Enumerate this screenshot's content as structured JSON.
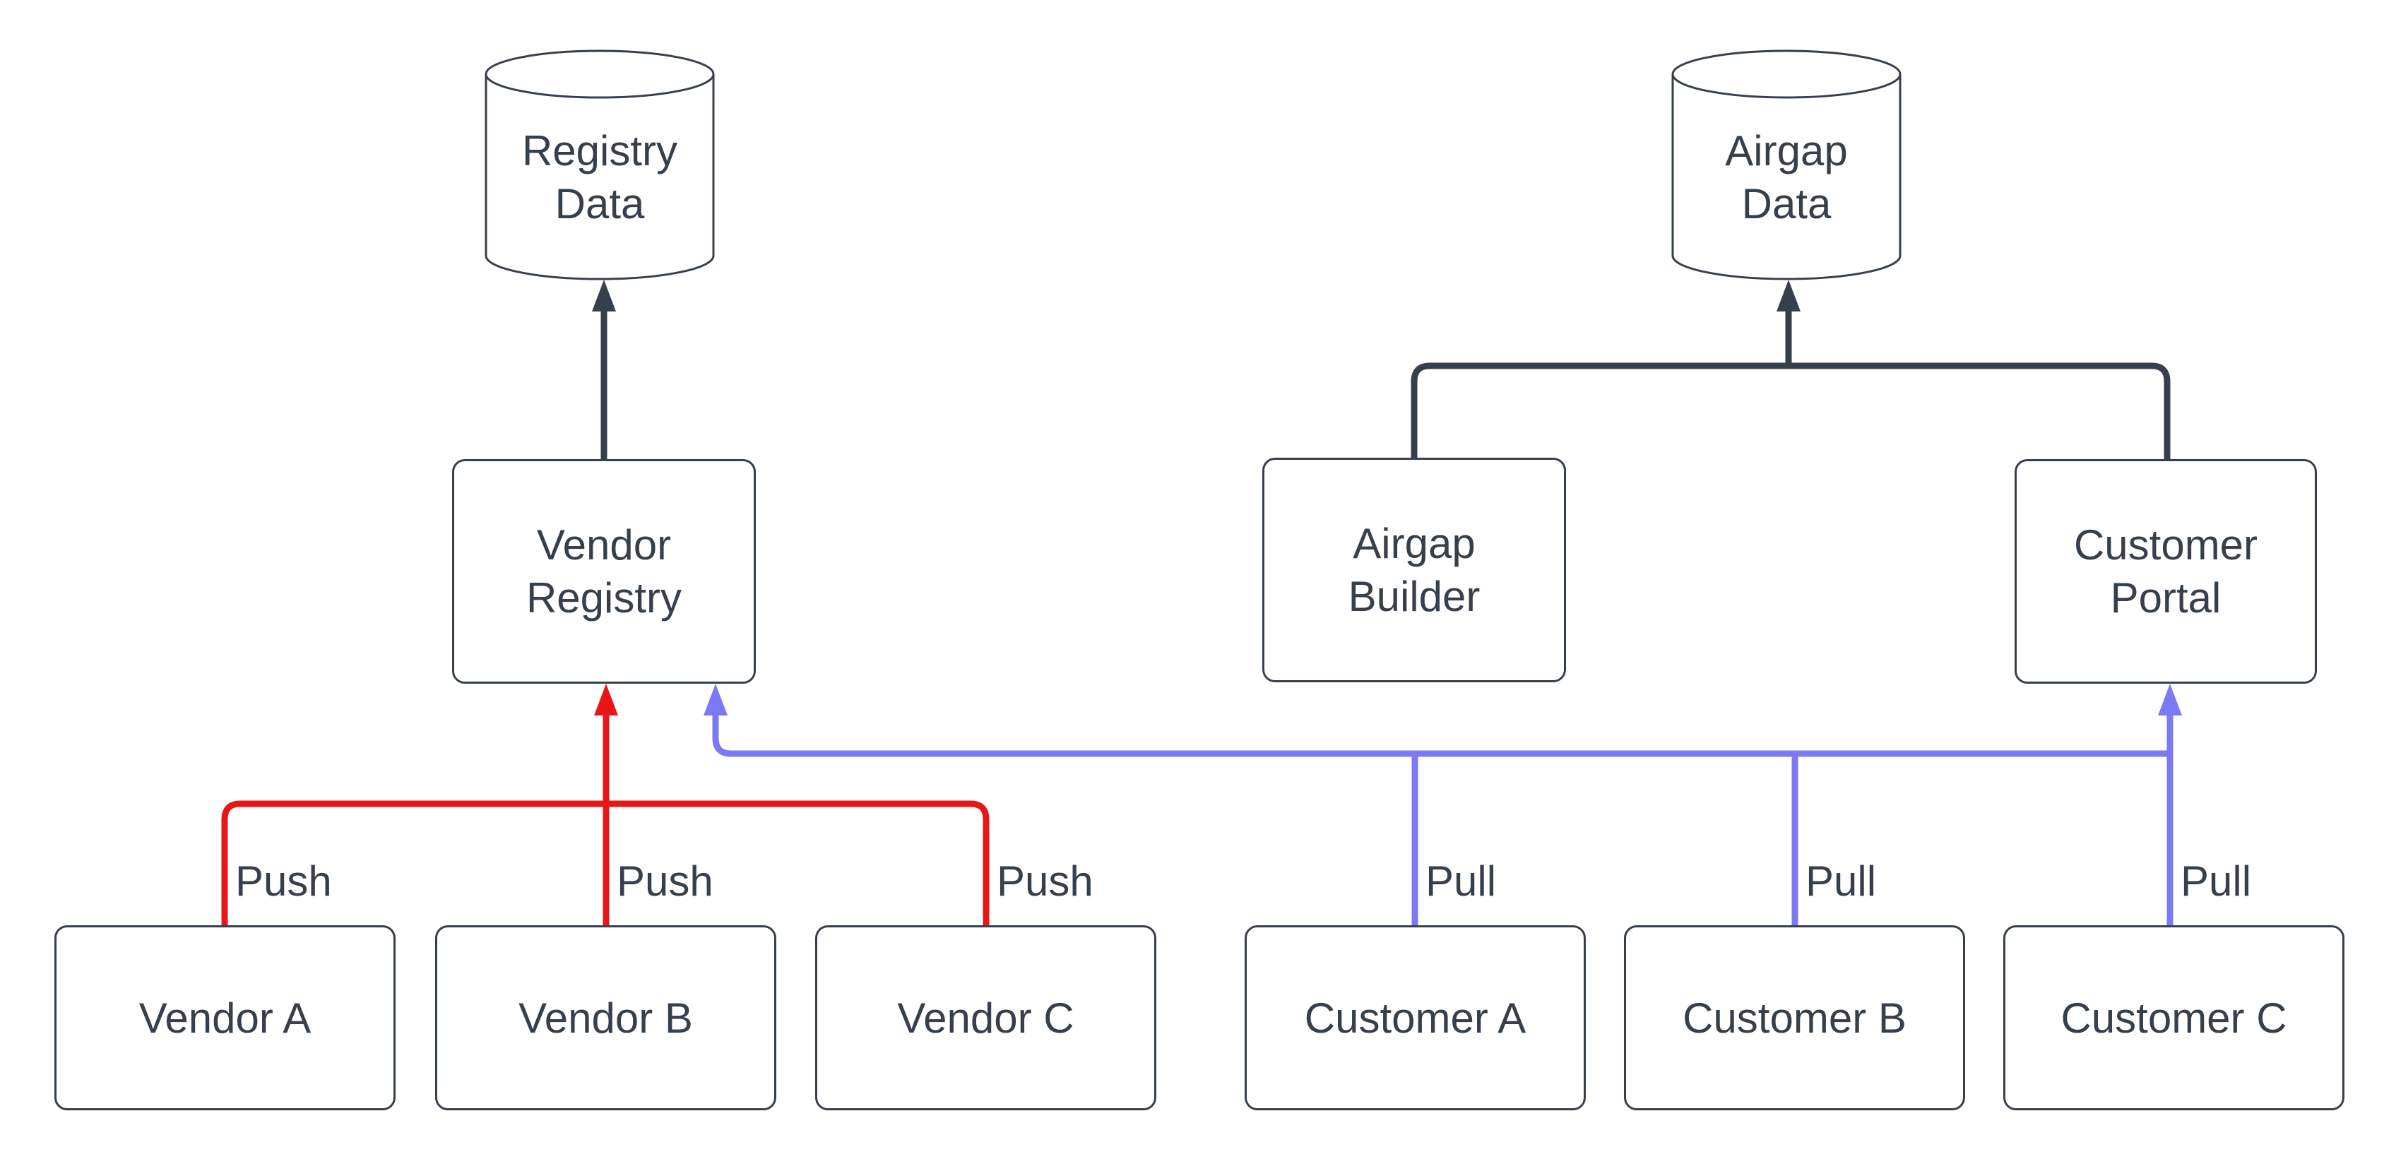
{
  "diagram": {
    "colors": {
      "stroke_dark": "#36404d",
      "push_red": "#e81717",
      "pull_blue": "#7b79f3",
      "node_fill": "#ffffff",
      "background": "#ffffff",
      "text": "#36404d"
    },
    "datastores": {
      "registry_data": {
        "lines": [
          "Registry",
          "Data"
        ]
      },
      "airgap_data": {
        "lines": [
          "Airgap",
          "Data"
        ]
      }
    },
    "services": {
      "vendor_registry": {
        "lines": [
          "Vendor",
          "Registry"
        ]
      },
      "airgap_builder": {
        "lines": [
          "Airgap",
          "Builder"
        ]
      },
      "customer_portal": {
        "lines": [
          "Customer",
          "Portal"
        ]
      }
    },
    "actors": {
      "vendor_a": {
        "label": "Vendor A"
      },
      "vendor_b": {
        "label": "Vendor B"
      },
      "vendor_c": {
        "label": "Vendor C"
      },
      "customer_a": {
        "label": "Customer A"
      },
      "customer_b": {
        "label": "Customer B"
      },
      "customer_c": {
        "label": "Customer C"
      }
    },
    "edge_labels": {
      "push": [
        "Push",
        "Push",
        "Push"
      ],
      "pull": [
        "Pull",
        "Pull",
        "Pull"
      ]
    }
  }
}
